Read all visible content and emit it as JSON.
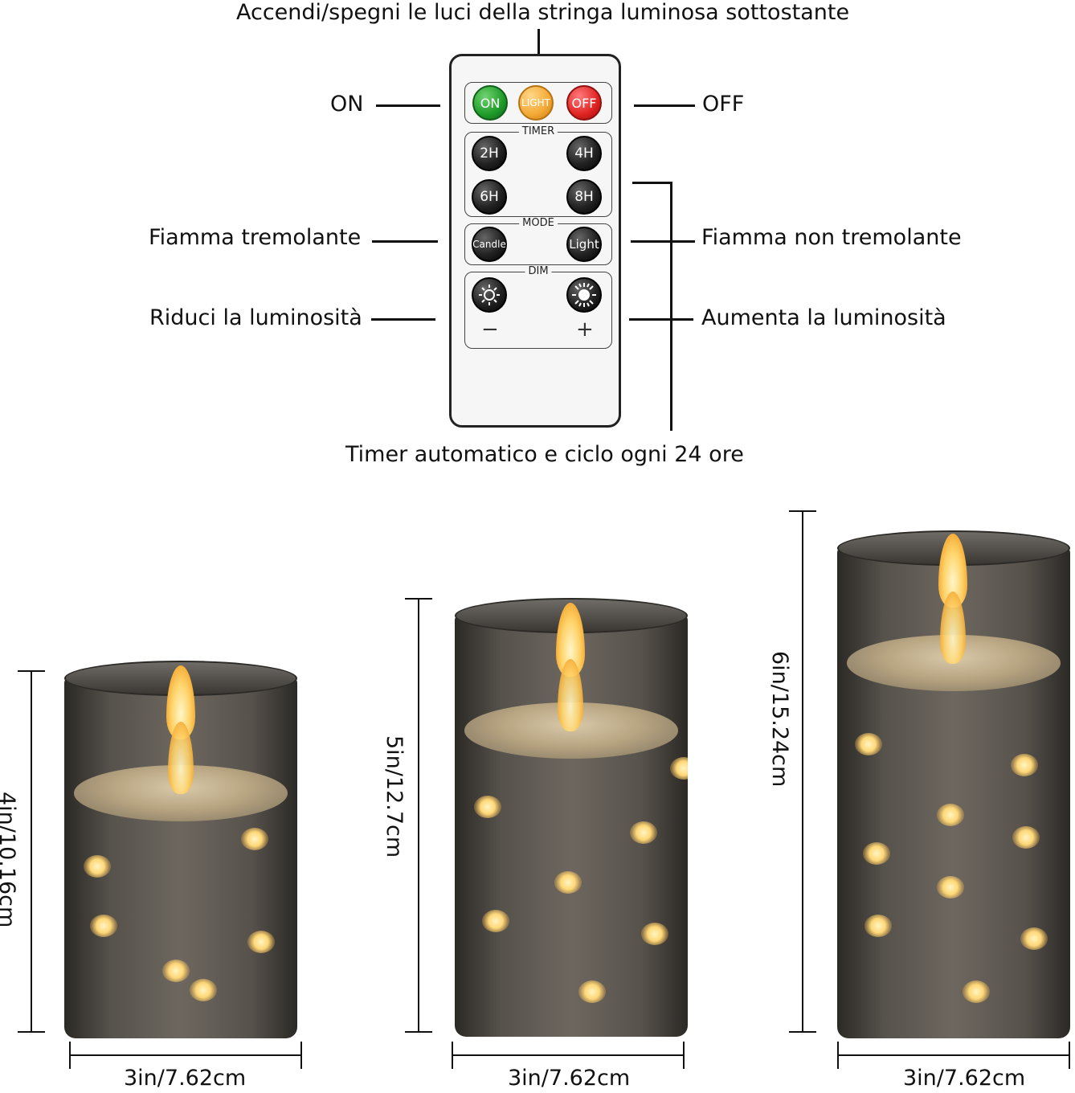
{
  "labels": {
    "top": "Accendi/spegni le luci della stringa luminosa sottostante",
    "on": "ON",
    "off": "OFF",
    "flicker": "Fiamma tremolante",
    "non_flicker": "Fiamma non tremolante",
    "dim_down": "Riduci la luminosità",
    "dim_up": "Aumenta la luminosità",
    "timer": "Timer automatico e ciclo ogni 24 ore"
  },
  "remote": {
    "on_btn": "ON",
    "light_btn": "LIGHT",
    "off_btn": "OFF",
    "timer_title": "TIMER",
    "t2": "2H",
    "t4": "4H",
    "t6": "6H",
    "t8": "8H",
    "mode_title": "MODE",
    "candle_btn": "Candle",
    "light_mode_btn": "Light",
    "dim_title": "DIM",
    "minus": "−",
    "plus": "+"
  },
  "candles": [
    {
      "height": "4in/10.16cm",
      "width": "3in/7.62cm"
    },
    {
      "height": "5in/12.7cm",
      "width": "3in/7.62cm"
    },
    {
      "height": "6in/15.24cm",
      "width": "3in/7.62cm"
    }
  ]
}
